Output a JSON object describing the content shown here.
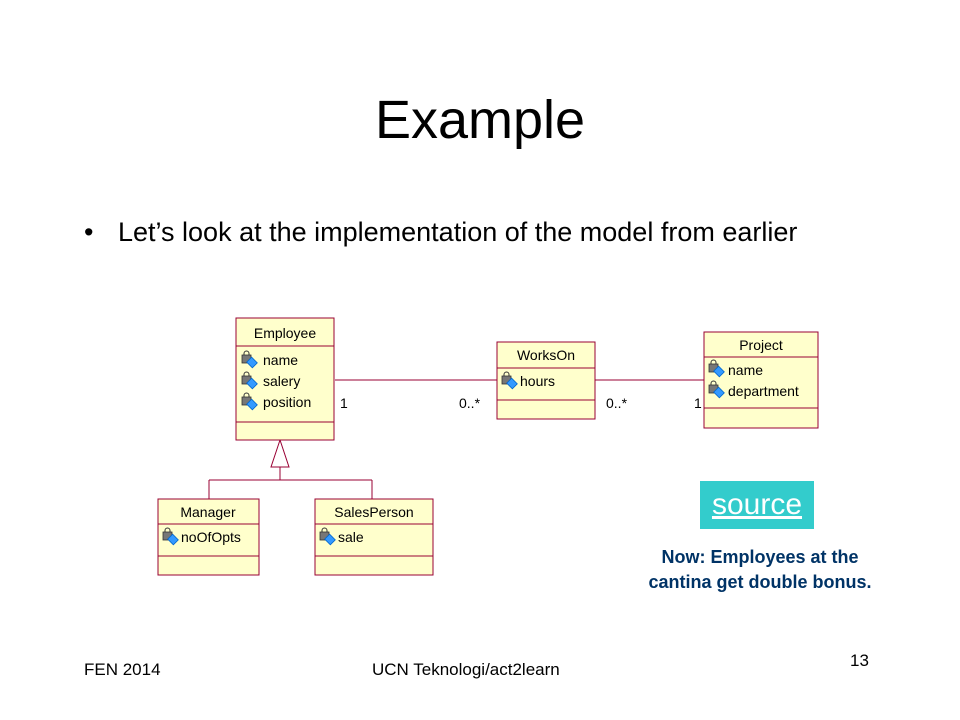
{
  "slide": {
    "title": "Example",
    "bullet": "Let’s look at the implementation of the model from earlier"
  },
  "diagram": {
    "classes": {
      "employee": {
        "name": "Employee",
        "attributes": [
          "name",
          "salery",
          "position"
        ]
      },
      "works_on": {
        "name": "WorksOn",
        "attributes": [
          "hours"
        ]
      },
      "project": {
        "name": "Project",
        "attributes": [
          "name",
          "department"
        ]
      },
      "manager": {
        "name": "Manager",
        "attributes": [
          "noOfOpts"
        ]
      },
      "sales_person": {
        "name": "SalesPerson",
        "attributes": [
          "sale"
        ]
      }
    },
    "multiplicities": {
      "employee_end": "1",
      "works_on_left": "0..*",
      "works_on_right": "0..*",
      "project_end": "1"
    },
    "attribute_icon": "locked-attribute-icon",
    "colors": {
      "class_fill": "#ffffcc",
      "class_border": "#990033",
      "line": "#990033"
    }
  },
  "source_label": "source",
  "note": "Now: Employees at the cantina get double bonus.",
  "footer": {
    "left": "FEN 2014",
    "center": "UCN Teknologi/act2learn",
    "page_number": "13"
  },
  "colors": {
    "source_bg": "#33cccc",
    "note_text": "#003366"
  }
}
